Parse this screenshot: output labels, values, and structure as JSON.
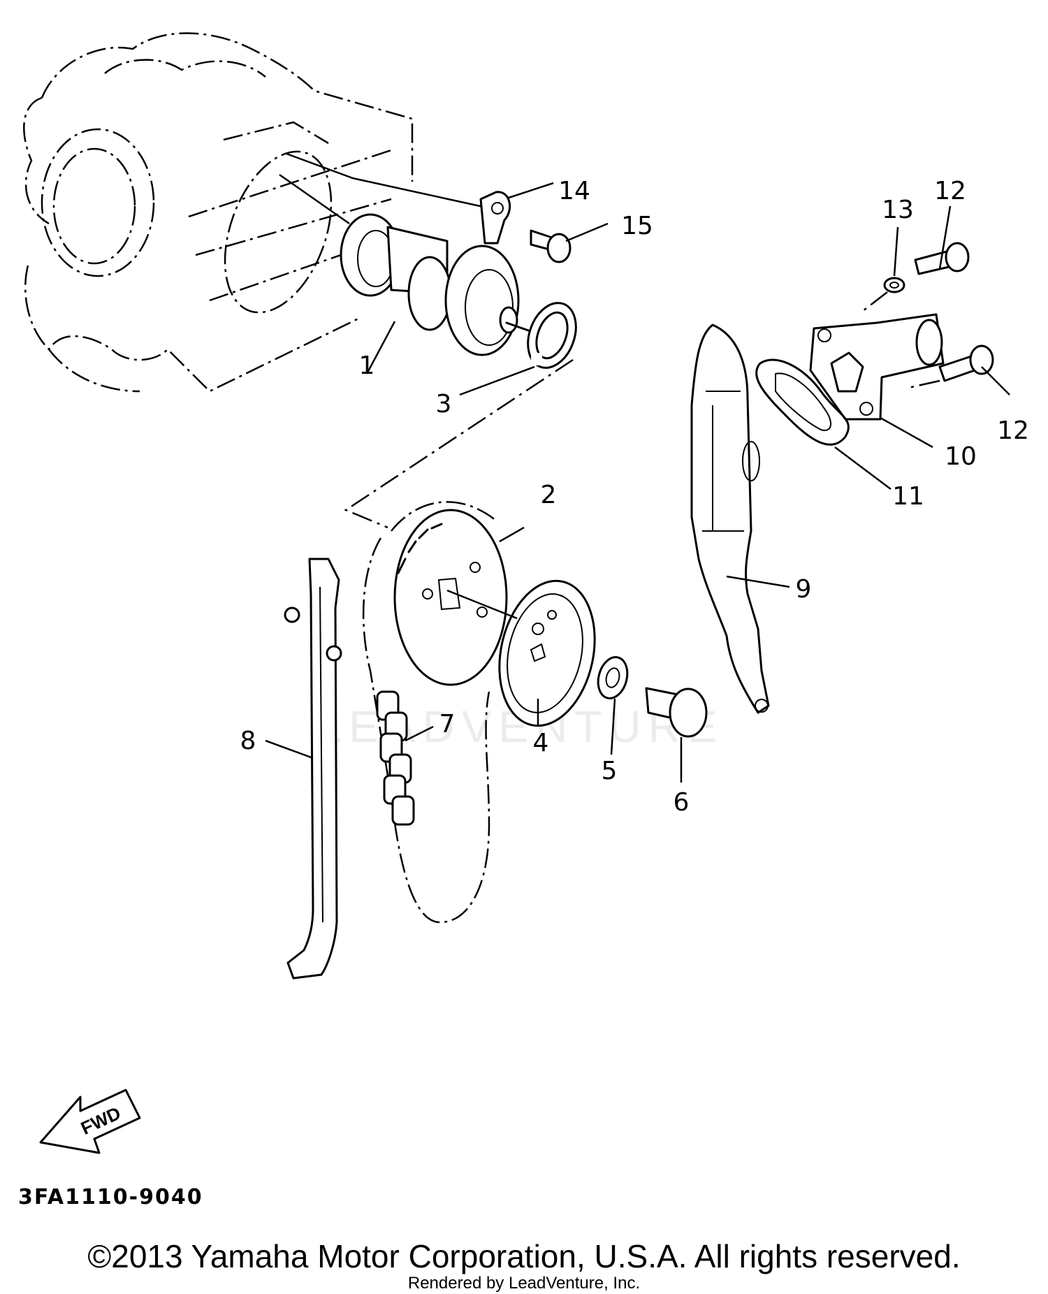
{
  "callouts": [
    {
      "id": "1",
      "label": "1"
    },
    {
      "id": "2",
      "label": "2"
    },
    {
      "id": "3",
      "label": "3"
    },
    {
      "id": "4",
      "label": "4"
    },
    {
      "id": "5",
      "label": "5"
    },
    {
      "id": "6",
      "label": "6"
    },
    {
      "id": "7",
      "label": "7"
    },
    {
      "id": "8",
      "label": "8"
    },
    {
      "id": "9",
      "label": "9"
    },
    {
      "id": "10",
      "label": "10"
    },
    {
      "id": "11",
      "label": "11"
    },
    {
      "id": "12a",
      "label": "12"
    },
    {
      "id": "12b",
      "label": "12"
    },
    {
      "id": "13",
      "label": "13"
    },
    {
      "id": "14",
      "label": "14"
    },
    {
      "id": "15",
      "label": "15"
    }
  ],
  "fwd_arrow": {
    "label": "FWD",
    "icon": "fwd-arrow-icon"
  },
  "diagram_code": "3FA1110-9040",
  "watermark": "LEADVENTURE",
  "copyright": "©2013 Yamaha Motor Corporation, U.S.A. All rights reserved.",
  "rendered_by": "Rendered by LeadVenture, Inc."
}
